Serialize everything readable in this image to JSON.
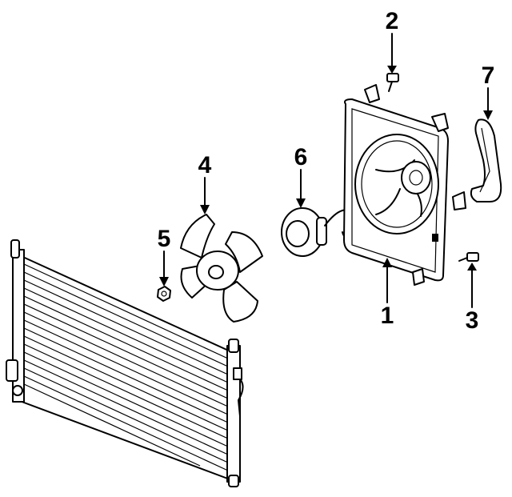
{
  "diagram": {
    "callouts": [
      {
        "id": "c1",
        "label": "1"
      },
      {
        "id": "c2",
        "label": "2"
      },
      {
        "id": "c3",
        "label": "3"
      },
      {
        "id": "c4",
        "label": "4"
      },
      {
        "id": "c5",
        "label": "5"
      },
      {
        "id": "c6",
        "label": "6"
      },
      {
        "id": "c7",
        "label": "7"
      }
    ],
    "parts": [
      {
        "id": "condenser",
        "callout": ""
      },
      {
        "id": "fan-shroud",
        "callout": "1"
      },
      {
        "id": "shroud-bolt-top",
        "callout": "2"
      },
      {
        "id": "shroud-bolt-side",
        "callout": "3"
      },
      {
        "id": "fan-blade",
        "callout": "4"
      },
      {
        "id": "fan-nut",
        "callout": "5"
      },
      {
        "id": "fan-motor",
        "callout": "6"
      },
      {
        "id": "seal",
        "callout": "7"
      }
    ]
  }
}
